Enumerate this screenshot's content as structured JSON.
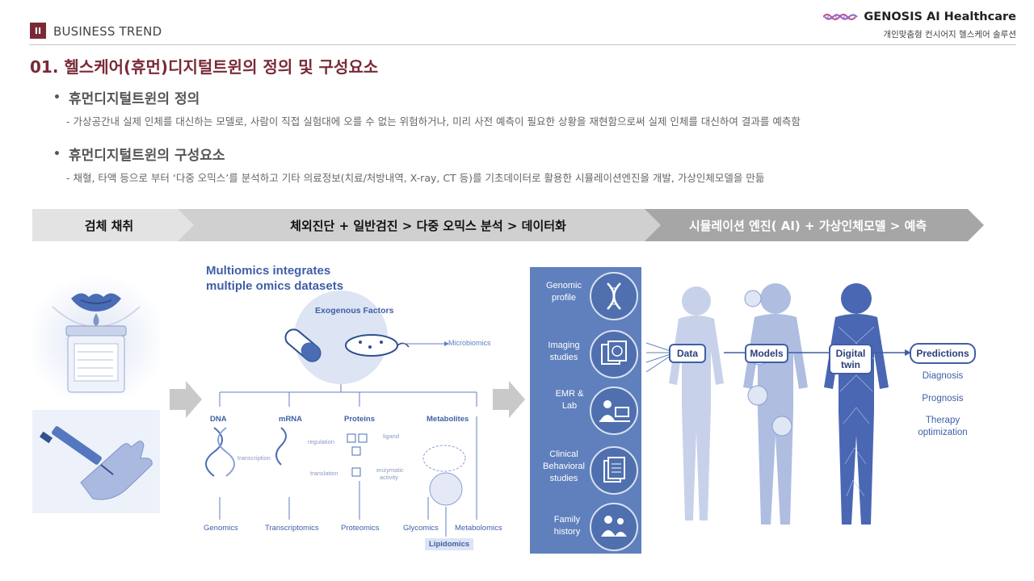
{
  "header": {
    "section_badge": "II",
    "section_label": "BUSINESS TREND",
    "brand_name": "GENOSIS AI Healthcare",
    "brand_sub": "개인맞춤형 컨시어지 헬스케어 솔루션"
  },
  "page_title": "01. 헬스케어(휴먼)디지털트윈의 정의 및 구성요소",
  "sections": [
    {
      "heading": "휴먼디지털트윈의 정의",
      "desc": "- 가상공간내 실제 인체를 대신하는 모델로, 사람이 직접 실험대에 오를 수 없는 위험하거나, 미리 사전 예측이 필요한 상황을 재현함으로써 실제 인체를 대신하여 결과를 예측함"
    },
    {
      "heading": "휴먼디지털트윈의 구성요소",
      "desc": "- 채혈, 타액 등으로 부터  ‘다중 오믹스’를 분석하고 기타 의료정보(치료/처방내역, X-ray, CT 등)를 기초데이터로  활용한 시뮬레이션엔진을 개발, 가상인체모델을 만듦"
    }
  ],
  "process": [
    {
      "label": "검체 채취"
    },
    {
      "label": "체외진단 + 일반검진 > 다중 오믹스 분석 > 데이터화"
    },
    {
      "label": "시뮬레이션 엔진( AI) + 가상인체모델 > 예측"
    }
  ],
  "multiomics": {
    "title_line1": "Multiomics integrates",
    "title_line2": "multiple omics datasets",
    "exogenous": "Exogenous Factors",
    "microbiomics": "Microbiomics",
    "columns": [
      "DNA",
      "mRNA",
      "Proteins",
      "Metabolites"
    ],
    "processes": [
      "transcription",
      "regulation",
      "ligand",
      "translation",
      "enzymatic",
      "activity"
    ],
    "outputs": [
      "Genomics",
      "Transcriptomics",
      "Proteomics",
      "Glycomics",
      "Metabolomics"
    ],
    "lipidomics": "Lipidomics"
  },
  "data_sources": [
    {
      "label": "Genomic profile",
      "icon": "dna-icon"
    },
    {
      "label": "Imaging studies",
      "icon": "brain-scan-icon"
    },
    {
      "label": "EMR & Lab",
      "icon": "doctor-computer-icon"
    },
    {
      "label": "Clinical Behavioral studies",
      "icon": "document-icon"
    },
    {
      "label": "Family history",
      "icon": "family-icon"
    }
  ],
  "twin": {
    "stages": [
      "Data",
      "Models",
      "Digital twin"
    ],
    "predictions": "Predictions",
    "outcomes": [
      "Diagnosis",
      "Prognosis",
      "Therapy optimization"
    ]
  },
  "colors": {
    "accent": "#7a2a37",
    "panel_blue": "#5f80bd",
    "figure_blue": "#3f5fa6",
    "arrow_gray": "#c9c9c9"
  }
}
